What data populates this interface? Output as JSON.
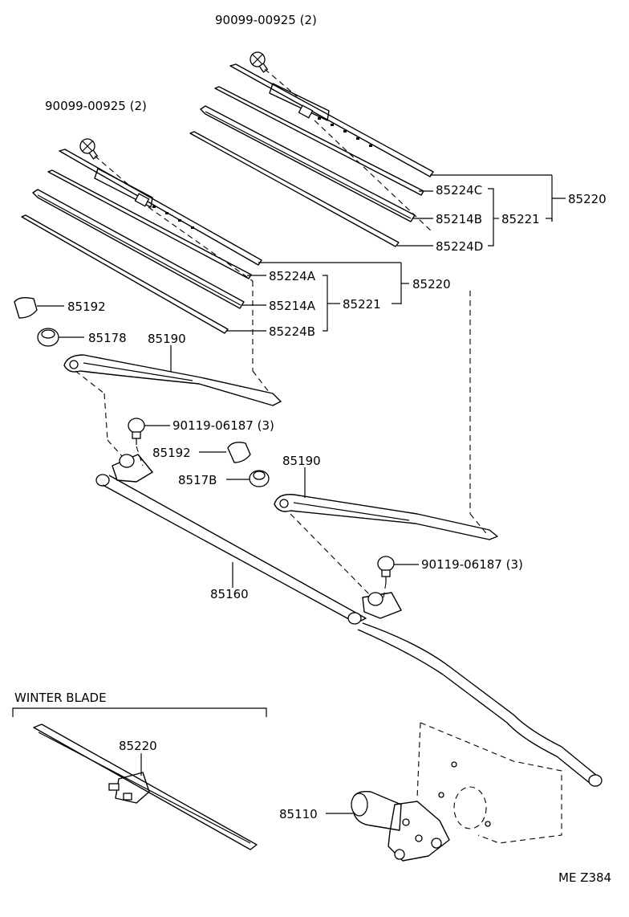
{
  "labels": {
    "bolt_top_right": "90099-00925 (2)",
    "bolt_top_left": "90099-00925 (2)",
    "insert_c": "85224C",
    "rubber_b": "85214B",
    "insert_d": "85224D",
    "assy_221_right": "85221",
    "assy_220_right": "85220",
    "insert_a": "85224A",
    "rubber_a": "85214A",
    "insert_b": "85224B",
    "assy_221_left": "85221",
    "assy_220_left": "85220",
    "cap_left": "85192",
    "nut_left": "85178",
    "arm_left": "85190",
    "nut_screw_left": "90119-06187 (3)",
    "cap_right": "85192",
    "nut_right": "8517B",
    "arm_right": "85190",
    "nut_screw_right": "90119-06187 (3)",
    "link": "85160",
    "winter_title": "WINTER BLADE",
    "winter_blade": "85220",
    "motor": "85110",
    "figure_code": "ME Z384"
  }
}
